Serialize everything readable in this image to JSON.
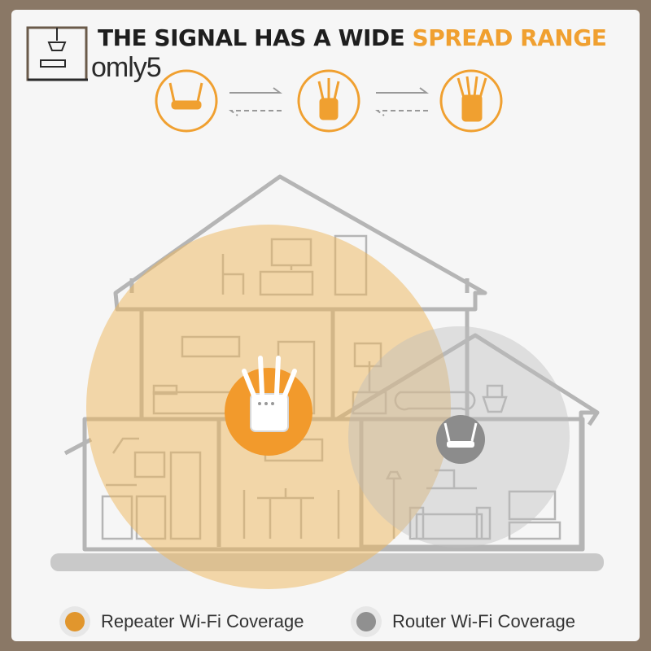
{
  "brand": {
    "name": "omly5",
    "logo_icon": "house-lamp-logo-icon"
  },
  "headline": {
    "main": "THE SIGNAL HAS A WIDE",
    "accent": "SPREAD RANGE"
  },
  "legend": [
    {
      "label": "Repeater Wi-Fi Coverage",
      "color": "#f0a030"
    },
    {
      "label": "Router Wi-Fi Coverage",
      "color": "#9a9a9a"
    }
  ],
  "colors": {
    "accent": "#f0a030",
    "coverage_orange": "#eeb860",
    "coverage_gray": "#bdbdbd",
    "house_line": "#b5b5b5"
  },
  "icons": [
    "router-icon",
    "repeater-icon",
    "wifi-booster-icon",
    "signal-arrows-icon"
  ]
}
